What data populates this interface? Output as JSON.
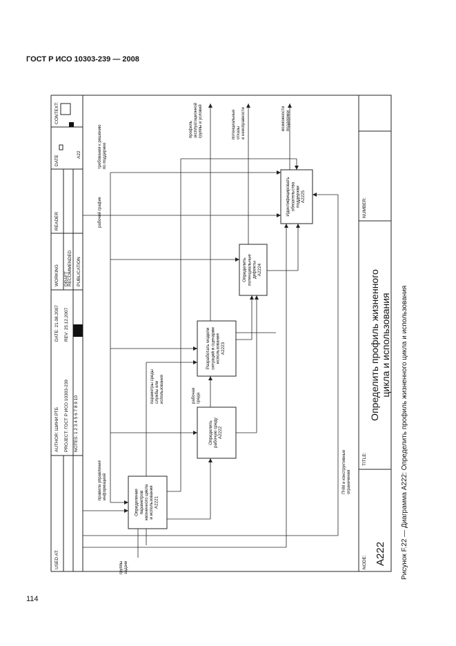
{
  "header": {
    "standard": "ГОСТ Р ИСО 10303-239 — 2008"
  },
  "page_number": "114",
  "caption": "Рисунок F.22 — Диаграмма A222: Определить профиль жизненного цикла и использования",
  "frame": {
    "used_at": "USED AT:",
    "author": "AUTHOR: ШИНИ РТБ",
    "project": "PROJECT: ГОСТ Р ИСО 10303-239",
    "notes": "NOTES: 1 2 3 4 5 6 7 8 9 10",
    "date": "DATE: 21.08.2007",
    "rev": "REV: 25.12.2007",
    "status_working": "WORKING",
    "status_draft": "DRAFT",
    "status_recommended": "RECOMMENDED",
    "status_publication": "PUBLICATION",
    "reader": "READER",
    "reader_date": "DATE",
    "context": "CONTEXT:",
    "context_node": "A22",
    "node_label": "NODE:",
    "node_value": "A222",
    "title_label": "TITLE:",
    "title": "Определить профиль жизненного цикла и использования",
    "number_label": "NUMBER:"
  },
  "boxes": [
    {
      "id": "A2221",
      "lines": [
        "Определение",
        "параметров",
        "жизненного цикла",
        "и использования",
        "A2221"
      ]
    },
    {
      "id": "A2222",
      "lines": [
        "Определить",
        "рабочую среду",
        "A2222"
      ]
    },
    {
      "id": "A2223",
      "lines": [
        "Разработать модели",
        "ситуаций и сценарии",
        "использования",
        "A2223"
      ]
    },
    {
      "id": "A2224",
      "lines": [
        "Определить",
        "потенциальные",
        "дефекты",
        "A2224"
      ]
    },
    {
      "id": "A2225",
      "lines": [
        "Идентифицировать",
        "обязательства",
        "поддержки",
        "A2225"
      ]
    }
  ],
  "labels": {
    "inp_groups": [
      "группы",
      "задачи"
    ],
    "ctl_info": [
      "правила управления",
      "информацией"
    ],
    "ctl_schedule": [
      "рабочий график"
    ],
    "ctl_decisions": [
      "требования к решению",
      "по поддержке"
    ],
    "mech_tools": [
      "ПЧМ и конструктивные",
      "ограничения"
    ],
    "out_params": [
      "параметры среды",
      "службы или",
      "использования"
    ],
    "out_env": [
      "рабочая",
      "среда"
    ],
    "out_profiles": [
      "профиль",
      "эксплуатационной",
      "группы и условий"
    ],
    "out_defects": [
      "потенциальные",
      "отказы",
      "и неисправности"
    ],
    "out_support": [
      "возможности",
      "поддержки"
    ]
  }
}
